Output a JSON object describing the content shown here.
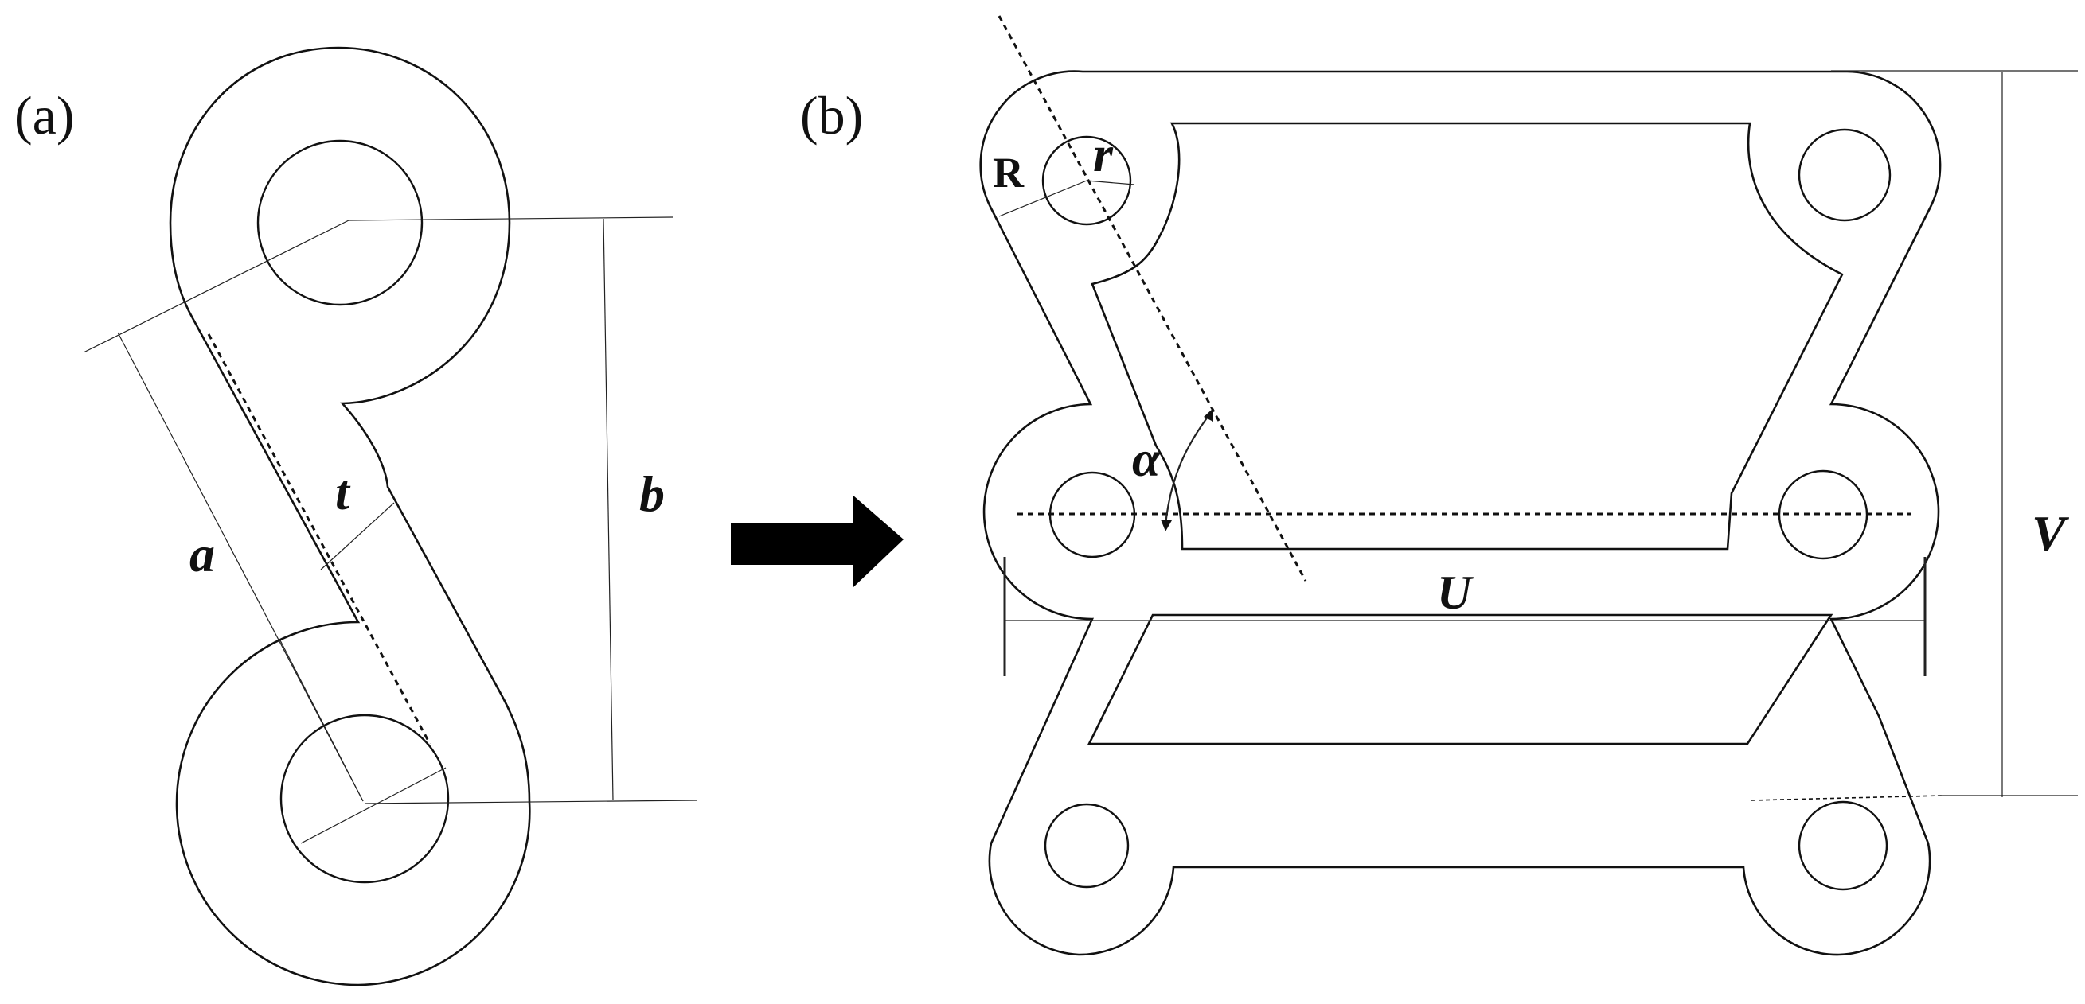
{
  "panel_a": {
    "label": "(a)",
    "dims": {
      "a": "a",
      "b": "b",
      "t": "t"
    }
  },
  "panel_b": {
    "label": "(b)",
    "dims": {
      "R": "R",
      "r": "r",
      "alpha": "α",
      "U": "U",
      "V": "V"
    }
  },
  "arrow": {
    "icon": "right-arrow-icon",
    "color": "#000000"
  }
}
